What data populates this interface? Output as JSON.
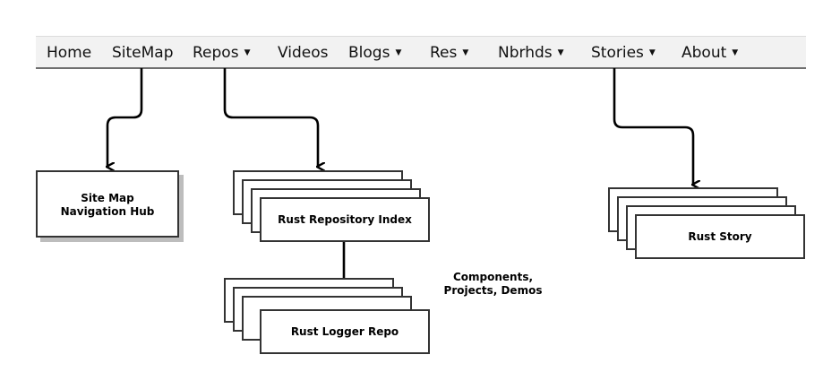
{
  "navbar": {
    "items": [
      {
        "label": "Home",
        "dropdown": false
      },
      {
        "label": "SiteMap",
        "dropdown": false
      },
      {
        "label": "Repos",
        "dropdown": true
      },
      {
        "label": "Videos",
        "dropdown": false
      },
      {
        "label": "Blogs",
        "dropdown": true
      },
      {
        "label": "Res",
        "dropdown": true
      },
      {
        "label": "Nbrhds",
        "dropdown": true
      },
      {
        "label": "Stories",
        "dropdown": true
      },
      {
        "label": "About",
        "dropdown": true
      }
    ],
    "caret": "▼"
  },
  "diagram": {
    "sitemap_hub": {
      "line1": "Site Map",
      "line2": "Navigation Hub"
    },
    "rust_repo_index": {
      "label": "Rust Repository Index"
    },
    "rust_logger_repo": {
      "label": "Rust Logger Repo"
    },
    "rust_story": {
      "label": "Rust Story"
    },
    "repo_note": {
      "line1": "Components,",
      "line2": "Projects, Demos"
    }
  },
  "colors": {
    "navbar_bg": "#f2f2f2",
    "box_border": "#333333",
    "arrow": "#000000",
    "shadow": "#bdbdbd"
  }
}
